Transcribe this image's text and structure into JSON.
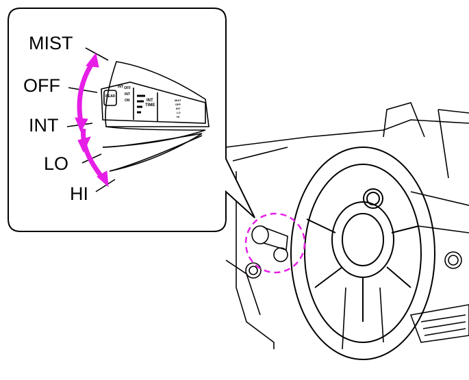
{
  "positions": {
    "mist": "MIST",
    "off": "OFF",
    "int": "INT",
    "lo": "LO",
    "hi": "HI"
  },
  "stalk_markings": {
    "rear": "REAR",
    "rear_int": "INT",
    "rear_off": "OFF",
    "rear_on": "ON",
    "int_time": "INT TIME",
    "front_mist": "MIST",
    "front_off": "OFF",
    "front_int": "INT",
    "front_lo": "LO",
    "front_hi": "HI"
  },
  "colors": {
    "arrow": "#e61ee6",
    "callout": "#e61ee6"
  }
}
